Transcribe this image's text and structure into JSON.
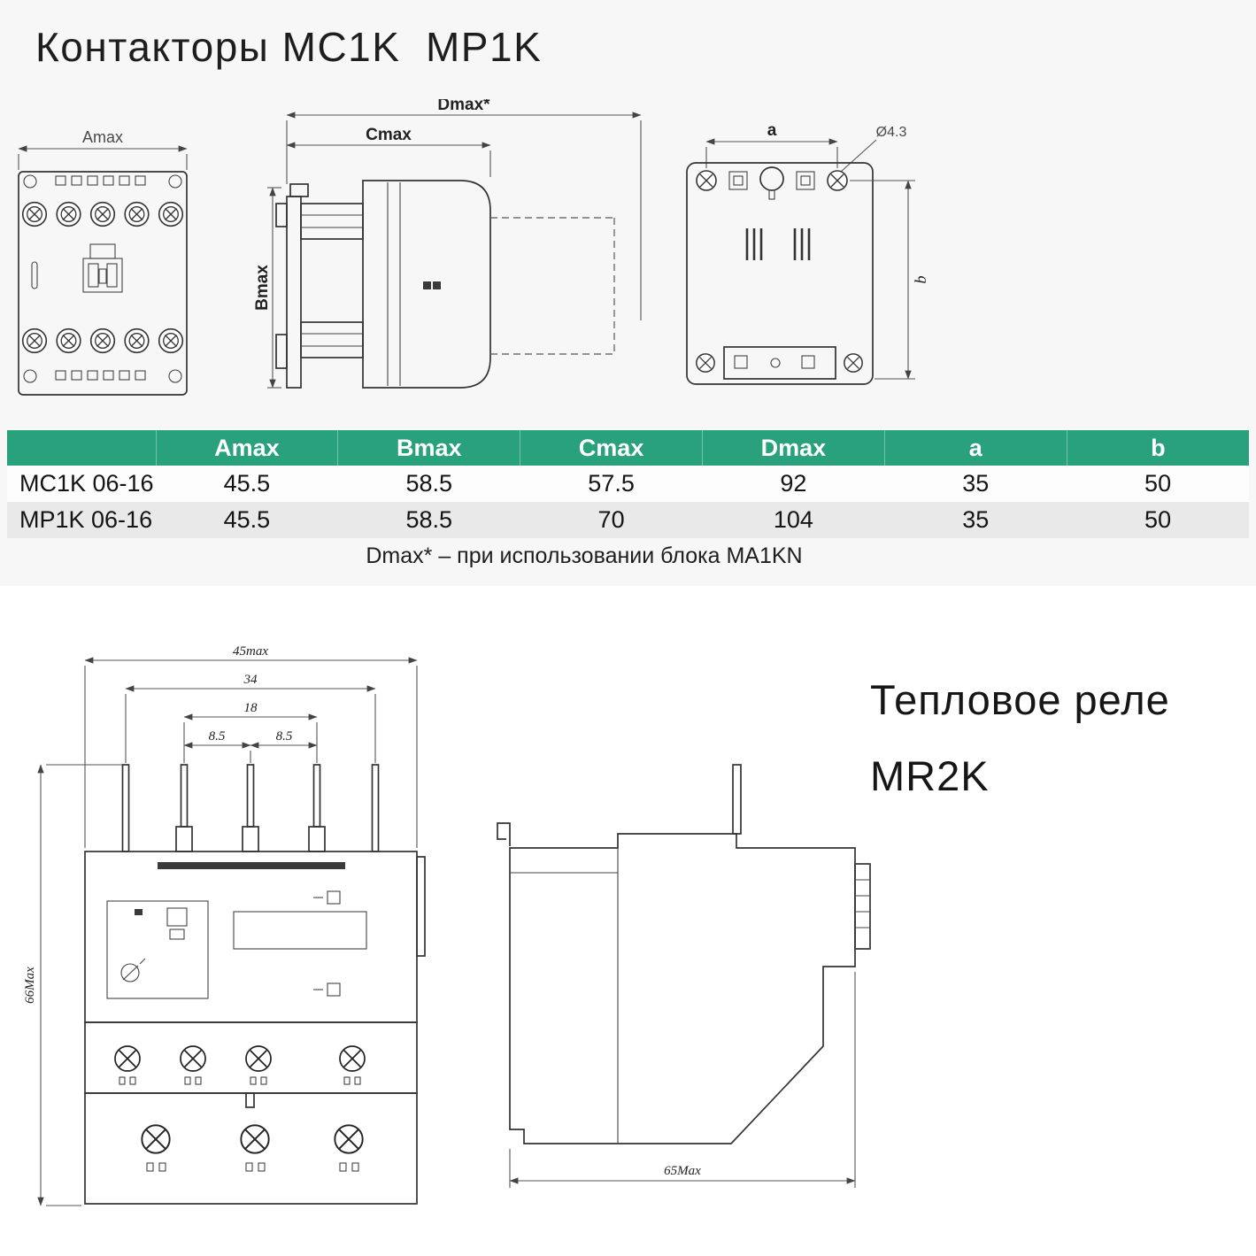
{
  "page": {
    "title": "Контакторы MC1K  MP1K",
    "accent_color": "#29a17d",
    "band_color": "#f7f7f7"
  },
  "contactor_drawings": {
    "front": {
      "amax_label": "Amax"
    },
    "side": {
      "dmax_label": "Dmax*",
      "cmax_label": "Cmax",
      "bmax_label": "Bmax"
    },
    "back": {
      "a_label": "a",
      "hole_label": "Ø4.3",
      "b_label": "b"
    }
  },
  "table": {
    "columns": [
      "",
      "Amax",
      "Bmax",
      "Cmax",
      "Dmax",
      "a",
      "b"
    ],
    "rows": [
      {
        "name": "MC1K 06-16",
        "amax": "45.5",
        "bmax": "58.5",
        "cmax": "57.5",
        "dmax": "92",
        "a": "35",
        "b": "50"
      },
      {
        "name": "MP1K 06-16",
        "amax": "45.5",
        "bmax": "58.5",
        "cmax": "70",
        "dmax": "104",
        "a": "35",
        "b": "50"
      }
    ],
    "footnote": "Dmax* – при использовании блока MA1KN"
  },
  "relay": {
    "title_line1": "Тепловое реле",
    "title_line2": "MR2K",
    "front_view": {
      "w_total": "45max",
      "w_outer": "34",
      "w_inner": "18",
      "w_half_left": "8.5",
      "w_half_right": "8.5",
      "height": "66Max"
    },
    "side_view": {
      "depth": "65Max"
    }
  }
}
